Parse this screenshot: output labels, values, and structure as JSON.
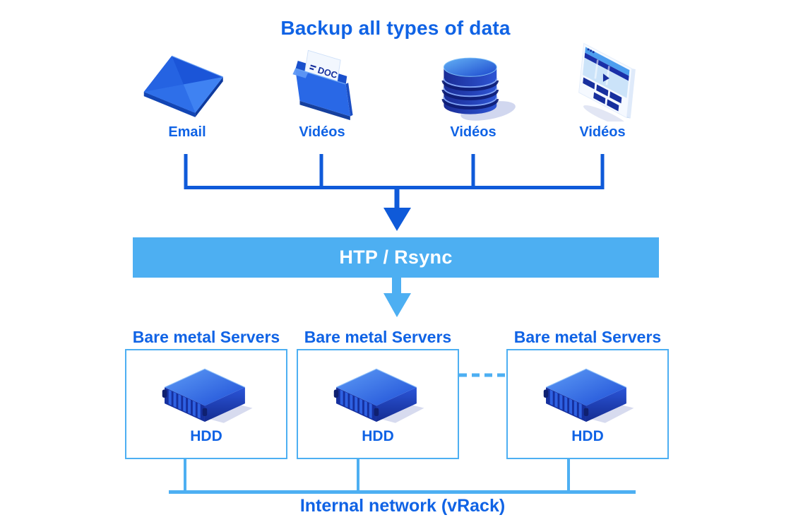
{
  "diagram": {
    "title": "Backup all types of data",
    "sources": [
      {
        "label": "Email",
        "icon": "email-envelope-icon"
      },
      {
        "label": "Vidéos",
        "icon": "doc-folder-icon",
        "badge": "DOC"
      },
      {
        "label": "Vidéos",
        "icon": "database-icon"
      },
      {
        "label": "Vidéos",
        "icon": "video-player-window-icon"
      }
    ],
    "transport": {
      "label": "HTP / Rsync"
    },
    "servers": [
      {
        "title": "Bare metal Servers",
        "storage": "HDD",
        "icon": "bare-metal-server-icon"
      },
      {
        "title": "Bare metal Servers",
        "storage": "HDD",
        "icon": "bare-metal-server-icon"
      },
      {
        "title": "Bare metal Servers",
        "storage": "HDD",
        "icon": "bare-metal-server-icon"
      }
    ],
    "network": {
      "label": "Internal network (vRack)"
    },
    "colors": {
      "text_blue": "#1063E5",
      "line_blue": "#0F5AD9",
      "light_blue": "#4DAFF2",
      "navy": "#18309E",
      "background": "#FFFFFF"
    }
  }
}
